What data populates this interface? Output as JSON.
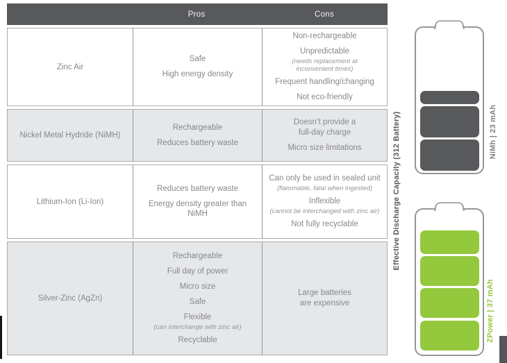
{
  "header": {
    "pros": "Pros",
    "cons": "Cons"
  },
  "table_rows": [
    {
      "name": "Zinc Air",
      "pros": [
        "Safe",
        "High energy density"
      ],
      "cons": [
        "Non-rechargeable",
        "Unpredictable",
        "(needs replacement at\ninconvenient times)",
        "Frequent handling/changing",
        "Not eco-friendly"
      ]
    },
    {
      "name": "Nickel Metal Hydride (NiMH)",
      "pros": [
        "Rechargeable",
        "Reduces battery waste"
      ],
      "cons": [
        "Doesn’t provide a\nfull-day charge",
        "Micro size limitations"
      ]
    },
    {
      "name": "Lithium-Ion (Li-Ion)",
      "pros": [
        "Reduces battery waste",
        "Energy density greater than\nNiMH"
      ],
      "cons": [
        "Can only be used in sealed unit",
        "(flammable, fatal when ingested)",
        "Inflexible",
        "(cannot be interchanged with zinc air)",
        "Not fully recyclable"
      ]
    },
    {
      "name": "Silver-Zinc (AgZn)",
      "pros": [
        "Rechargeable",
        "Full day of power",
        "Micro size",
        "Safe",
        "Flexible",
        "(can interchange with zinc air)",
        "Recyclable"
      ],
      "cons": [
        "Large batteries\nare expensive"
      ]
    }
  ],
  "capacity_graphic": {
    "axis_label": "Effective Discharge Capacity (312 Battery)",
    "batteries": [
      {
        "name": "NiMh",
        "label": "NiMh | 23 mAh",
        "value_mah": 23,
        "segments": 3,
        "color": "#58595b"
      },
      {
        "name": "ZPower",
        "label": "ZPower | 37 mAh",
        "value_mah": 37,
        "segments": 4,
        "color": "#94c83d"
      }
    ]
  },
  "colors": {
    "dark_gray": "#58595b",
    "accent_green": "#94c83d",
    "row_shade": "#e6e7e8",
    "text_gray": "#86888b"
  }
}
